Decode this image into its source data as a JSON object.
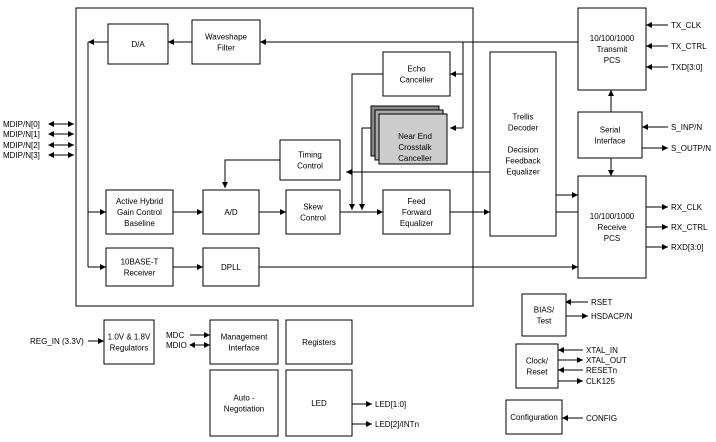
{
  "diagram": {
    "blocks": {
      "da": [
        "D/A"
      ],
      "waveshape": [
        "Waveshape",
        "Filter"
      ],
      "echo": [
        "Echo",
        "Canceller"
      ],
      "next": [
        "Near End",
        "Crosstalk",
        "Canceller"
      ],
      "timing": [
        "Timing",
        "Control"
      ],
      "hybrid": [
        "Active Hybrid",
        "Gain Control",
        "Baseline"
      ],
      "ad": [
        "A/D"
      ],
      "skew": [
        "Skew",
        "Control"
      ],
      "ffe": [
        "Feed",
        "Forward",
        "Equalizer"
      ],
      "trellis": [
        "Trellis",
        "Decoder",
        "",
        "Decision",
        "Feedback",
        "Equalizer"
      ],
      "tpcs": [
        "10/100/1000",
        "Transmit",
        "PCS"
      ],
      "serial": [
        "Serial",
        "Interface"
      ],
      "rpcs": [
        "10/100/1000",
        "Receive",
        "PCS"
      ],
      "tenbase": [
        "10BASE-T",
        "Receiver"
      ],
      "dpll": [
        "DPLL"
      ],
      "reg": [
        "1.0V & 1.8V",
        "Regulators"
      ],
      "mgmt": [
        "Management",
        "Interface"
      ],
      "registers": [
        "Registers"
      ],
      "autoneg": [
        "Auto -",
        "Negotiation"
      ],
      "led": [
        "LED"
      ],
      "bias": [
        "BIAS/",
        "Test"
      ],
      "clock": [
        "Clock/",
        "Reset"
      ],
      "config": [
        "Configuration"
      ]
    },
    "signals": {
      "mdip0": "MDIP/N[0]",
      "mdip1": "MDIP/N[1]",
      "mdip2": "MDIP/N[2]",
      "mdip3": "MDIP/N[3]",
      "tx_clk": "TX_CLK",
      "tx_ctrl": "TX_CTRL",
      "txd": "TXD[3:0]",
      "s_inp": "S_INP/N",
      "s_outp": "S_OUTP/N",
      "rx_clk": "RX_CLK",
      "rx_ctrl": "RX_CTRL",
      "rxd": "RXD[3:0]",
      "reg_in": "REG_IN (3.3V)",
      "mdc": "MDC",
      "mdio": "MDIO",
      "led10": "LED[1:0]",
      "led2": "LED[2]/INTn",
      "rset": "RSET",
      "hsdac": "HSDACP/N",
      "xtal_in": "XTAL_IN",
      "xtal_out": "XTAL_OUT",
      "resetn": "RESETn",
      "clk125": "CLK125",
      "config": "CONFIG"
    }
  }
}
